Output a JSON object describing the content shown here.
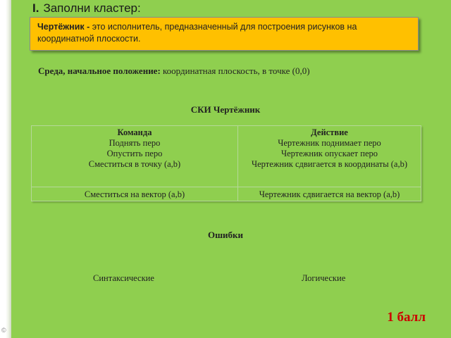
{
  "title": {
    "number": "I.",
    "text": "Заполни кластер:"
  },
  "definition": {
    "term": "Чертёжник -",
    "text": " это исполнитель, предназначенный для построения рисунков на координатной плоскости."
  },
  "environment": {
    "label": "Среда, начальное положение:",
    "text": " координатная плоскость, в точке (0,0)"
  },
  "ski": {
    "title": "СКИ Чертёжник",
    "headers": [
      "Команда",
      "Действие"
    ],
    "commands": [
      "Поднять перо",
      "Опустить перо",
      "Сместиться в точку (a,b)"
    ],
    "actions": [
      "Чертежник поднимает перо",
      "Чертежник опускает перо",
      "Чертежник сдвигается в координаты (a,b)"
    ],
    "last_row": [
      "Сместиться на вектор (a,b)",
      "Чертежник сдвигается на вектор (a,b)"
    ]
  },
  "errors": {
    "title": "Ошибки",
    "syntax": "Синтаксические",
    "logical": "Логические"
  },
  "score": "1 балл",
  "copyright_mark": "©"
}
